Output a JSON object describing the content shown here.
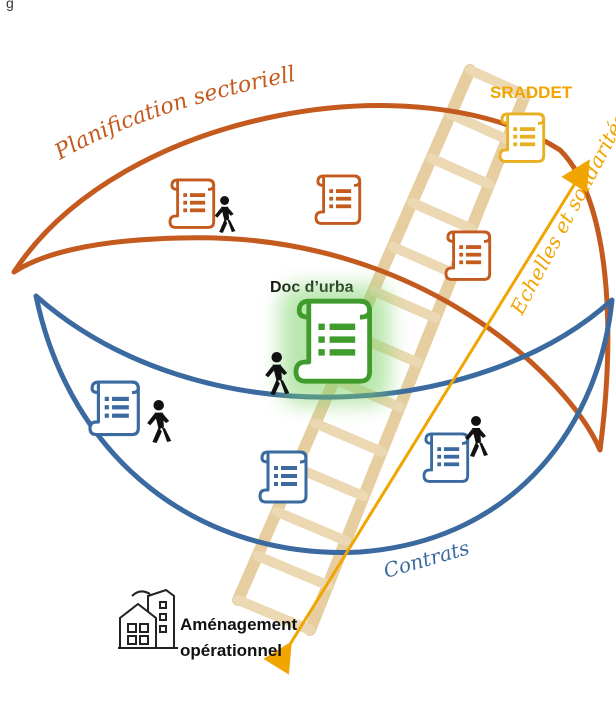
{
  "labels": {
    "top_caption": "g",
    "planification": "Planification sectorielle",
    "sraddet": "SRADDET",
    "echelles": "Echelles et solidarités",
    "doc_urba": "Doc d’urba",
    "contrats": "Contrats",
    "amenagement_line1": "Aménagement",
    "amenagement_line2": "opérationnel"
  },
  "colors": {
    "orange": "#c45a1e",
    "blue": "#3b6aa0",
    "gold": "#f0a500",
    "green": "#3f9b2b",
    "ladder": "#e9cf9e",
    "ladder_dark": "#d7b57a",
    "black": "#111111"
  },
  "icons": {
    "document": "scroll-document-icon",
    "walker": "walking-person-icon",
    "buildings": "buildings-icon"
  }
}
